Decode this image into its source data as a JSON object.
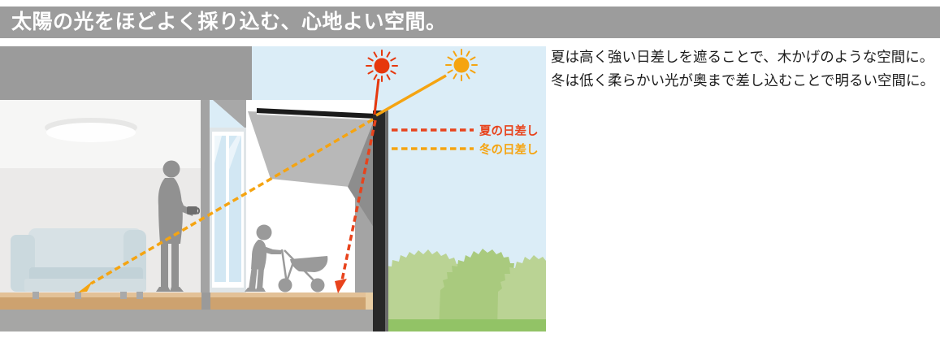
{
  "title": {
    "text": "太陽の光をほどよく採り込む、心地よい空間。"
  },
  "description": {
    "lines": [
      "夏は高く強い日差しを遮ることで、木かげのような空間に。",
      "冬は低く柔らかい光が奥まで差し込むことで明るい空間に。"
    ]
  },
  "diagram": {
    "legend": [
      {
        "label": "夏の日差し",
        "color": "#e8431c"
      },
      {
        "label": "冬の日差し",
        "color": "#f5a411"
      }
    ],
    "suns": {
      "summer": {
        "name": "summer-sun",
        "color": "#e6380d"
      },
      "winter": {
        "name": "winter-sun",
        "color": "#f5a411"
      }
    },
    "icons": {
      "summer_sun": "sun-icon-red",
      "winter_sun": "sun-icon-orange",
      "summer_arrow": "dashed-arrow-red",
      "winter_arrow": "dashed-arrow-orange"
    },
    "colors": {
      "title_bar": "#9c9c9c",
      "sky": "#dbedf7",
      "eave_panel": "#b8b8b8",
      "pillar": "#282828",
      "floor": "#cda26f",
      "foundation": "#a6a6a5",
      "bush_light": "#bad394",
      "bush_dark": "#a9ca7e",
      "grass": "#92c366",
      "silhouette": "#919191"
    }
  }
}
